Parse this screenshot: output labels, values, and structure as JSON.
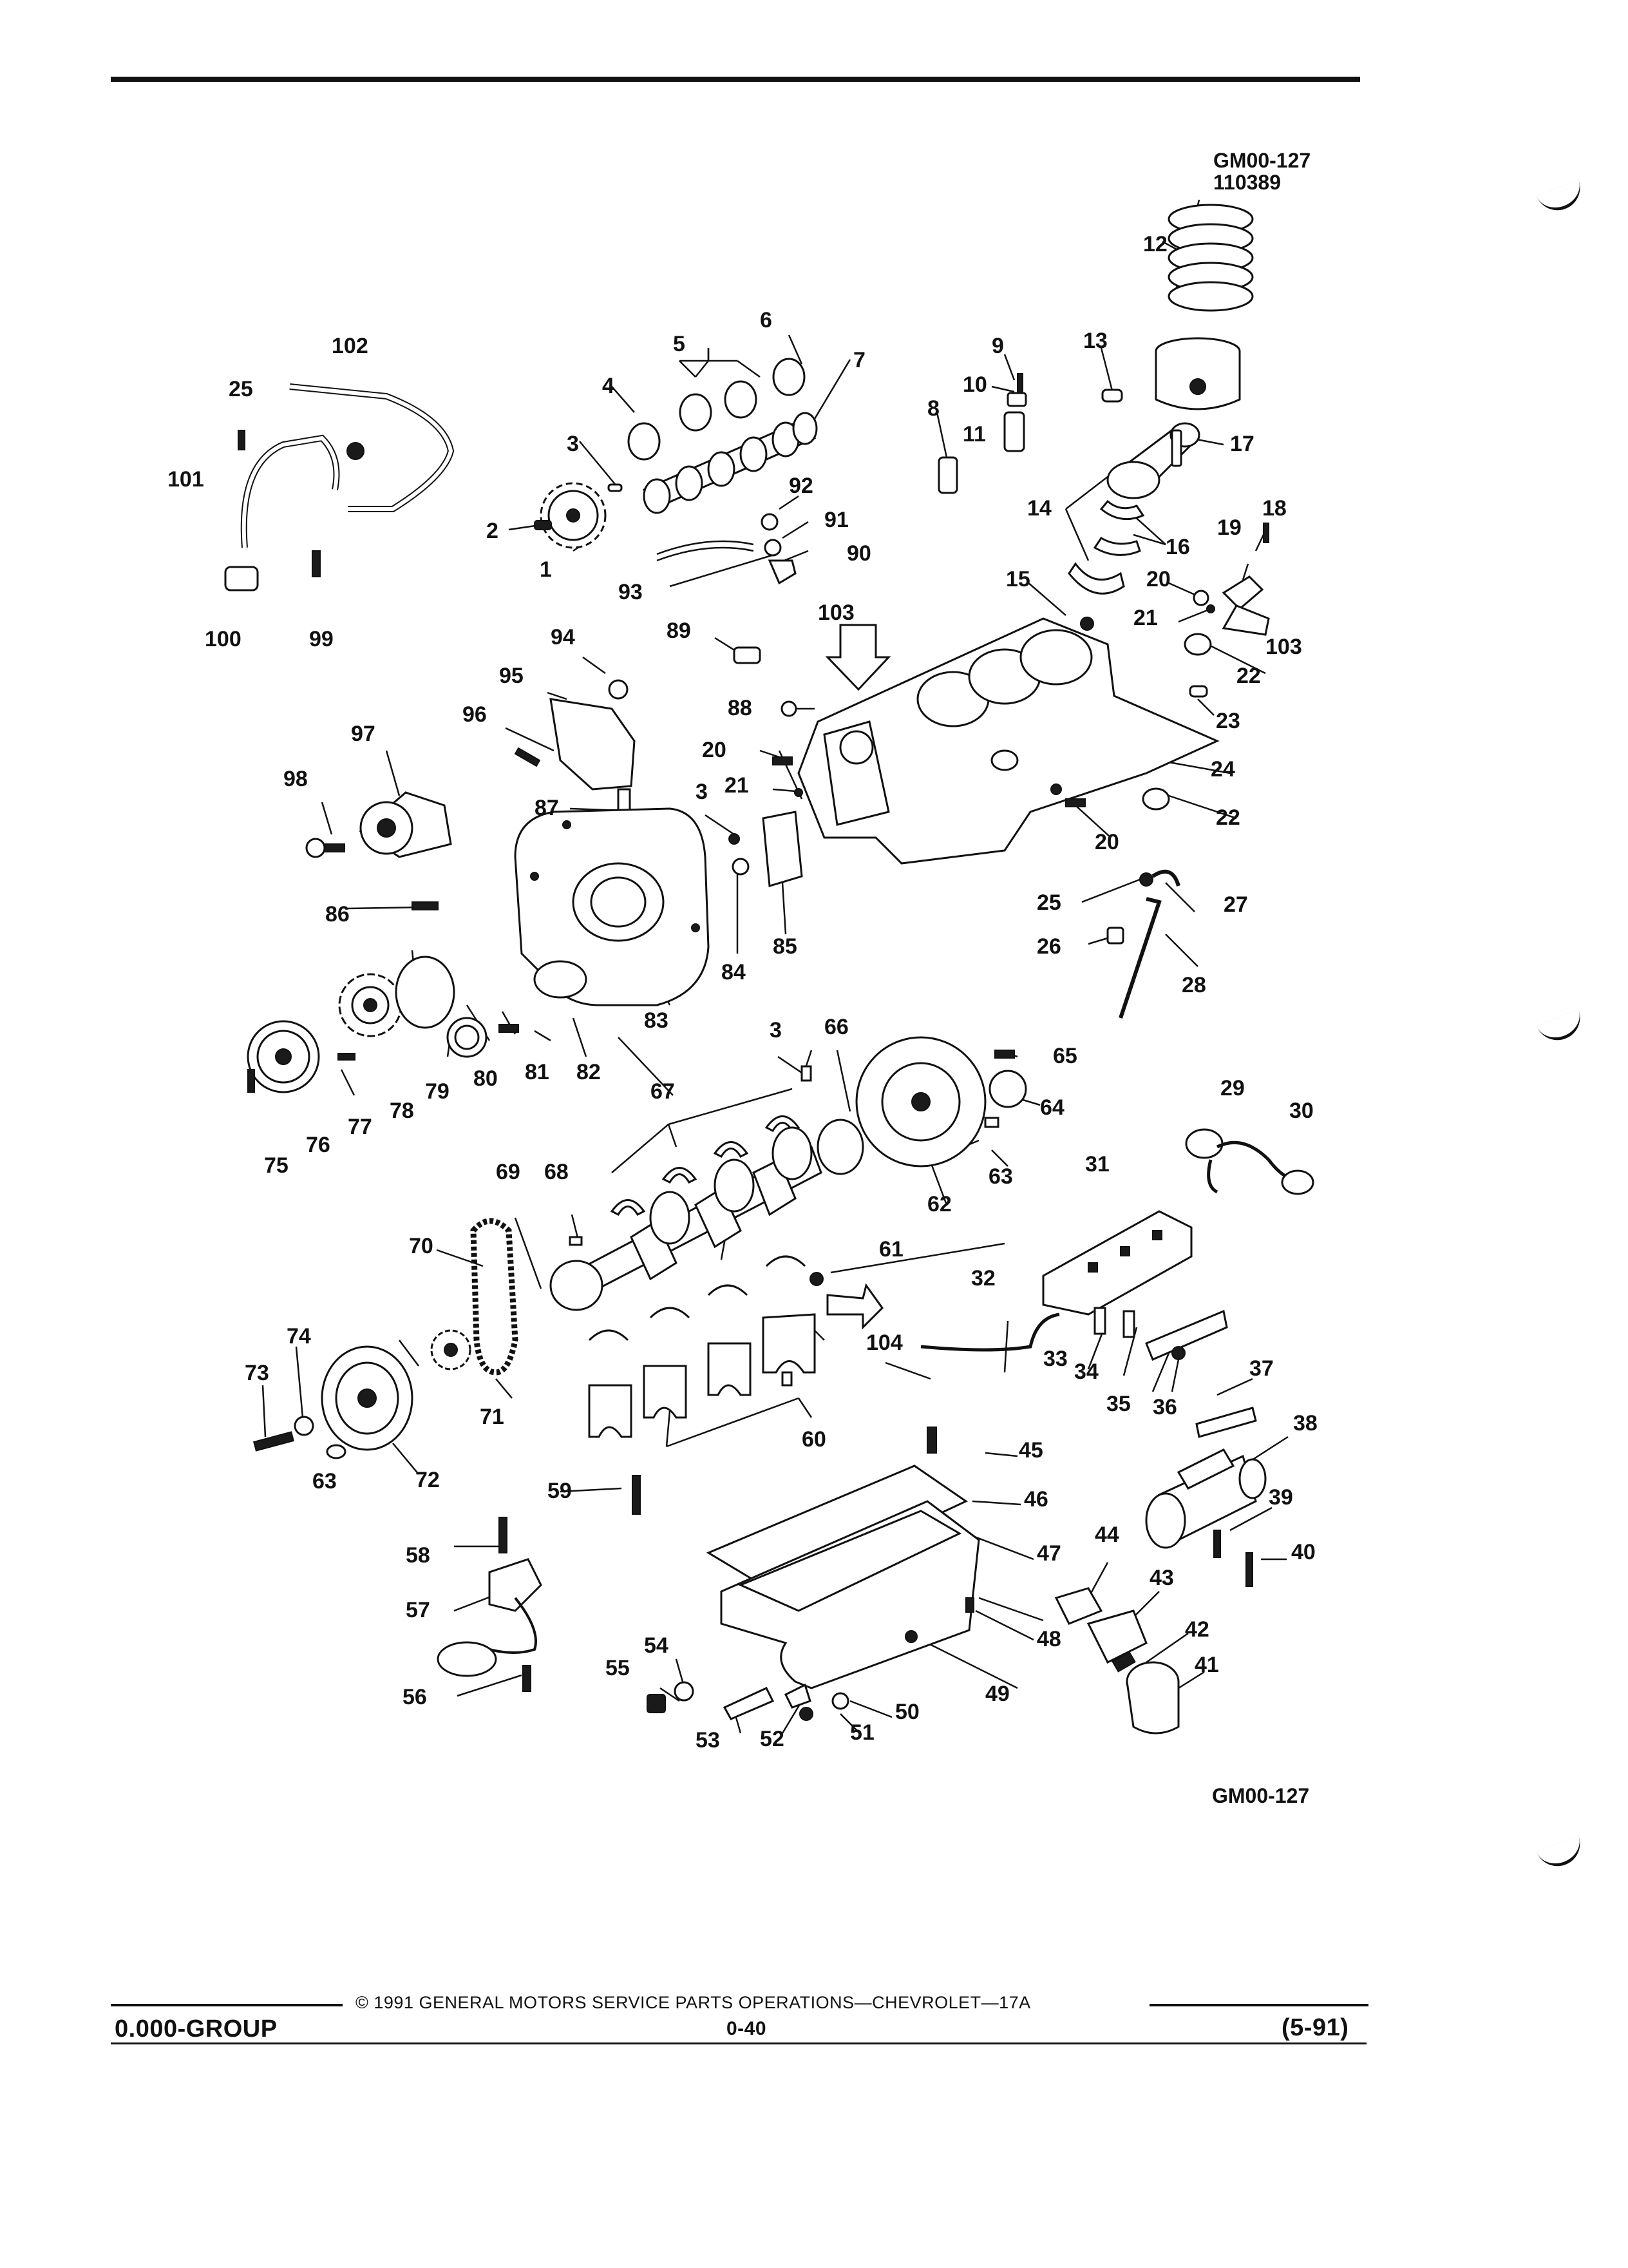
{
  "header": {
    "code": "GM00-127",
    "number": "110389"
  },
  "diagram": {
    "bottom_code": "GM00-127",
    "callouts": [
      "1",
      "2",
      "3",
      "3",
      "3",
      "4",
      "5",
      "6",
      "7",
      "8",
      "9",
      "10",
      "11",
      "12",
      "13",
      "14",
      "15",
      "16",
      "17",
      "18",
      "19",
      "20",
      "20",
      "20",
      "21",
      "21",
      "22",
      "22",
      "23",
      "24",
      "25",
      "25",
      "26",
      "27",
      "28",
      "29",
      "30",
      "31",
      "32",
      "33",
      "34",
      "35",
      "36",
      "37",
      "38",
      "39",
      "40",
      "41",
      "42",
      "43",
      "44",
      "45",
      "46",
      "47",
      "48",
      "49",
      "50",
      "51",
      "52",
      "53",
      "54",
      "55",
      "56",
      "57",
      "58",
      "59",
      "60",
      "61",
      "62",
      "63",
      "63",
      "64",
      "65",
      "66",
      "67",
      "68",
      "69",
      "70",
      "71",
      "72",
      "73",
      "74",
      "75",
      "76",
      "77",
      "78",
      "79",
      "80",
      "81",
      "82",
      "83",
      "84",
      "85",
      "86",
      "87",
      "88",
      "89",
      "90",
      "91",
      "92",
      "93",
      "94",
      "95",
      "96",
      "97",
      "98",
      "99",
      "100",
      "101",
      "102",
      "103",
      "103",
      "104"
    ]
  },
  "footer": {
    "copyright": "© 1991 GENERAL MOTORS SERVICE PARTS OPERATIONS—CHEVROLET—17A",
    "group": "0.000-GROUP",
    "page": "0-40",
    "date": "(5-91)"
  }
}
